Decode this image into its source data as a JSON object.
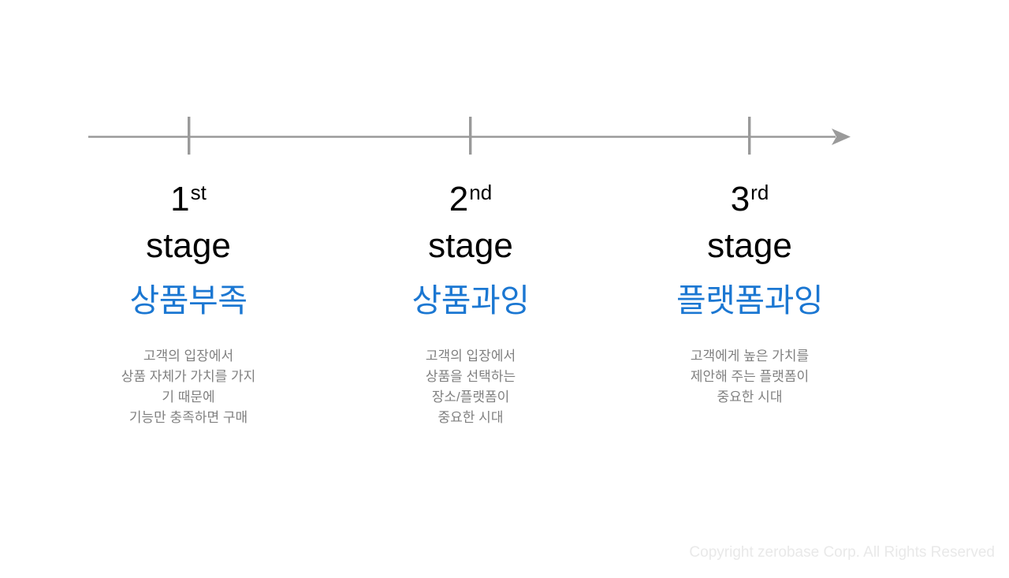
{
  "slide": {
    "background_color": "#ffffff",
    "accent_color": "#1b77d2",
    "line_color": "#9a9a9a",
    "body_text_color": "#808080",
    "footer_color": "#e9e9e9"
  },
  "timeline": {
    "axis_label": "stage-progression-axis",
    "arrow_direction": "right",
    "tick_count": 3
  },
  "stages": [
    {
      "ordinal_number": "1",
      "ordinal_suffix": "st",
      "word": "stage",
      "title": "상품부족",
      "description_lines": [
        "고객의 입장에서",
        "상품 자체가 가치를 가지",
        "기 때문에",
        "기능만 충족하면 구매"
      ]
    },
    {
      "ordinal_number": "2",
      "ordinal_suffix": "nd",
      "word": "stage",
      "title": "상품과잉",
      "description_lines": [
        "고객의 입장에서",
        "상품을 선택하는",
        "장소/플랫폼이",
        "중요한 시대"
      ]
    },
    {
      "ordinal_number": "3",
      "ordinal_suffix": "rd",
      "word": "stage",
      "title": "플랫폼과잉",
      "description_lines": [
        "고객에게 높은 가치를",
        "제안해 주는 플랫폼이",
        "중요한 시대"
      ]
    }
  ],
  "footer": {
    "copyright": "Copyright zerobase Corp. All Rights Reserved"
  }
}
